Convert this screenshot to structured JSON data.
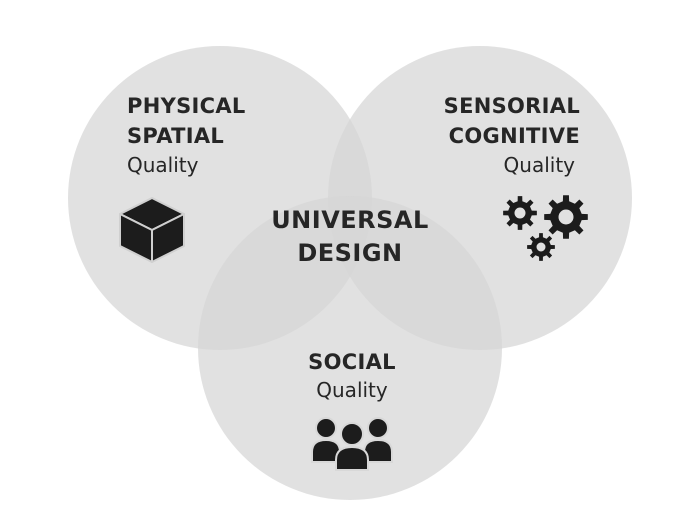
{
  "diagram": {
    "center": {
      "line1": "UNIVERSAL",
      "line2": "DESIGN"
    },
    "sets": [
      {
        "id": "physical",
        "title_line1": "PHYSICAL",
        "title_line2": "SPATIAL",
        "subtitle": "Quality",
        "icon": "cube-icon"
      },
      {
        "id": "sensorial",
        "title_line1": "SENSORIAL",
        "title_line2": "COGNITIVE",
        "subtitle": "Quality",
        "icon": "gears-icon"
      },
      {
        "id": "social",
        "title_line1": "SOCIAL",
        "subtitle": "Quality",
        "icon": "people-group-icon"
      }
    ],
    "colors": {
      "circle_fill": "#d6d6d6",
      "text": "#262626",
      "icon": "#1c1c1c",
      "background": "#ffffff"
    }
  }
}
